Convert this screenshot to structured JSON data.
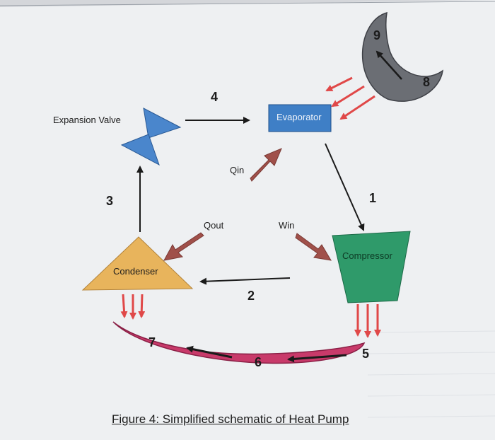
{
  "labels": {
    "expansion_valve": "Expansion Valve",
    "evaporator": "Evaporator",
    "compressor": "Compressor",
    "condenser": "Condenser",
    "qin": "Qin",
    "qout": "Qout",
    "win": "Win"
  },
  "step_numbers": {
    "n1": "1",
    "n2": "2",
    "n3": "3",
    "n4": "4",
    "n5": "5",
    "n6": "6",
    "n7": "7",
    "n8": "8",
    "n9": "9"
  },
  "caption": "Figure 4: Simplified schematic of Heat Pump",
  "colors": {
    "paper": "#eef0f2",
    "evaporator": "#3f7fc6",
    "compressor": "#2f9a6a",
    "condenser": "#e8b45c",
    "valve": "#4a86cc",
    "moon": "#6b6e74",
    "heat_arrow": "#a0504a",
    "red_arrow": "#e04848",
    "ground_loop": "#c83a6a"
  }
}
